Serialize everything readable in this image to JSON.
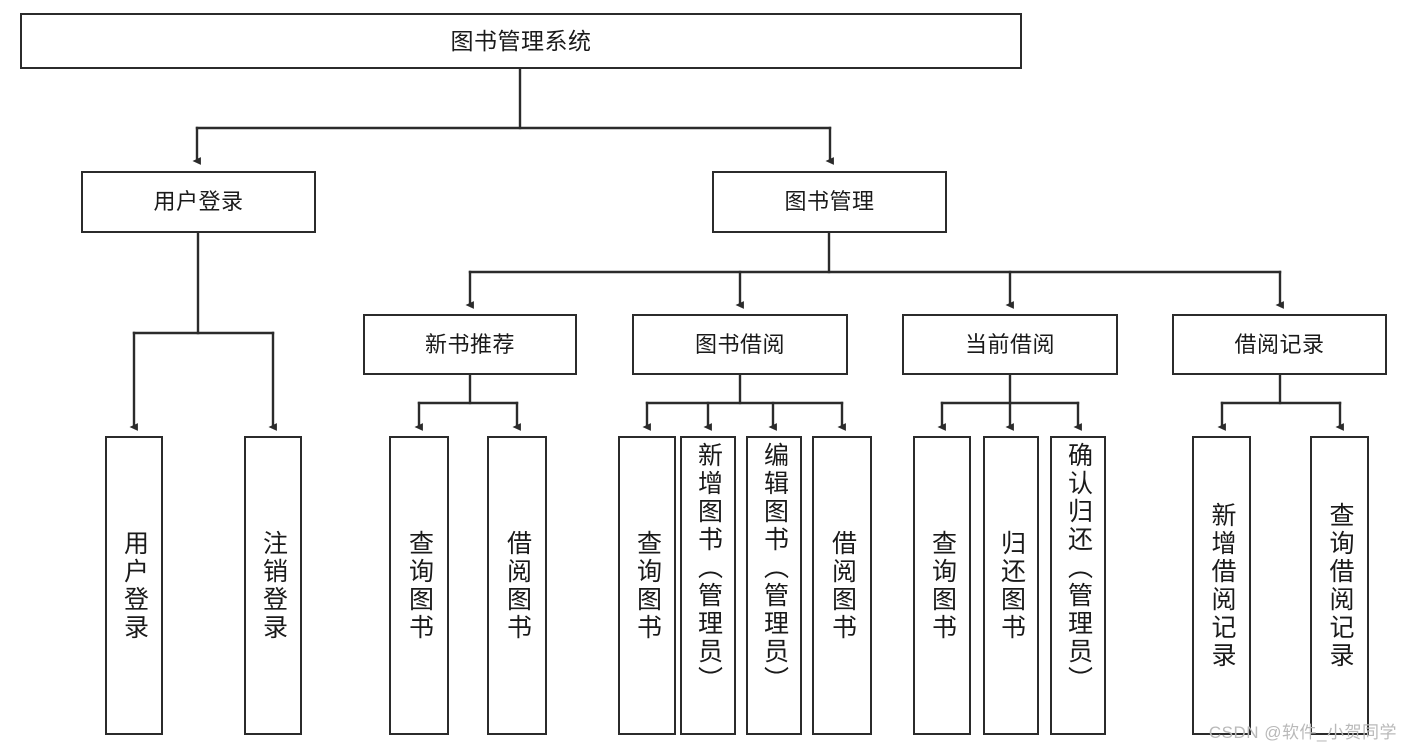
{
  "diagram": {
    "title": "图书管理系统",
    "type": "tree-hierarchy",
    "watermark": "CSDN @软件_小贺同学",
    "colors": {
      "background": "#ffffff",
      "box_border": "#2b2b2b",
      "box_fill": "#ffffff",
      "connector": "#2b2b2b",
      "text": "#1a1a1a",
      "watermark": "#b9b9b9"
    },
    "levels": {
      "level1": [
        {
          "id": "root",
          "label": "图书管理系统"
        }
      ],
      "level2": [
        {
          "id": "user-login",
          "label": "用户登录"
        },
        {
          "id": "book-management",
          "label": "图书管理"
        }
      ],
      "level3": [
        {
          "id": "new-book-recommend",
          "label": "新书推荐"
        },
        {
          "id": "book-borrow",
          "label": "图书借阅"
        },
        {
          "id": "current-borrow",
          "label": "当前借阅"
        },
        {
          "id": "borrow-record",
          "label": "借阅记录"
        }
      ],
      "leaves": [
        {
          "id": "leaf-user-login",
          "label": "用户登录",
          "parent": "user-login"
        },
        {
          "id": "leaf-user-logout",
          "label": "注销登录",
          "parent": "user-login"
        },
        {
          "id": "leaf-query-book-1",
          "label": "查询图书",
          "parent": "new-book-recommend"
        },
        {
          "id": "leaf-borrow-book-1",
          "label": "借阅图书",
          "parent": "new-book-recommend"
        },
        {
          "id": "leaf-query-book-2",
          "label": "查询图书",
          "parent": "book-borrow"
        },
        {
          "id": "leaf-add-book-admin",
          "label": "新增图书（管理员）",
          "parent": "book-borrow"
        },
        {
          "id": "leaf-edit-book-admin",
          "label": "编辑图书（管理员）",
          "parent": "book-borrow"
        },
        {
          "id": "leaf-borrow-book-2",
          "label": "借阅图书",
          "parent": "book-borrow"
        },
        {
          "id": "leaf-query-book-3",
          "label": "查询图书",
          "parent": "current-borrow"
        },
        {
          "id": "leaf-return-book",
          "label": "归还图书",
          "parent": "current-borrow"
        },
        {
          "id": "leaf-confirm-return-admin",
          "label": "确认归还（管理员）",
          "parent": "current-borrow"
        },
        {
          "id": "leaf-add-borrow-record",
          "label": "新增借阅记录",
          "parent": "borrow-record"
        },
        {
          "id": "leaf-query-borrow-record",
          "label": "查询借阅记录",
          "parent": "borrow-record"
        }
      ]
    }
  }
}
